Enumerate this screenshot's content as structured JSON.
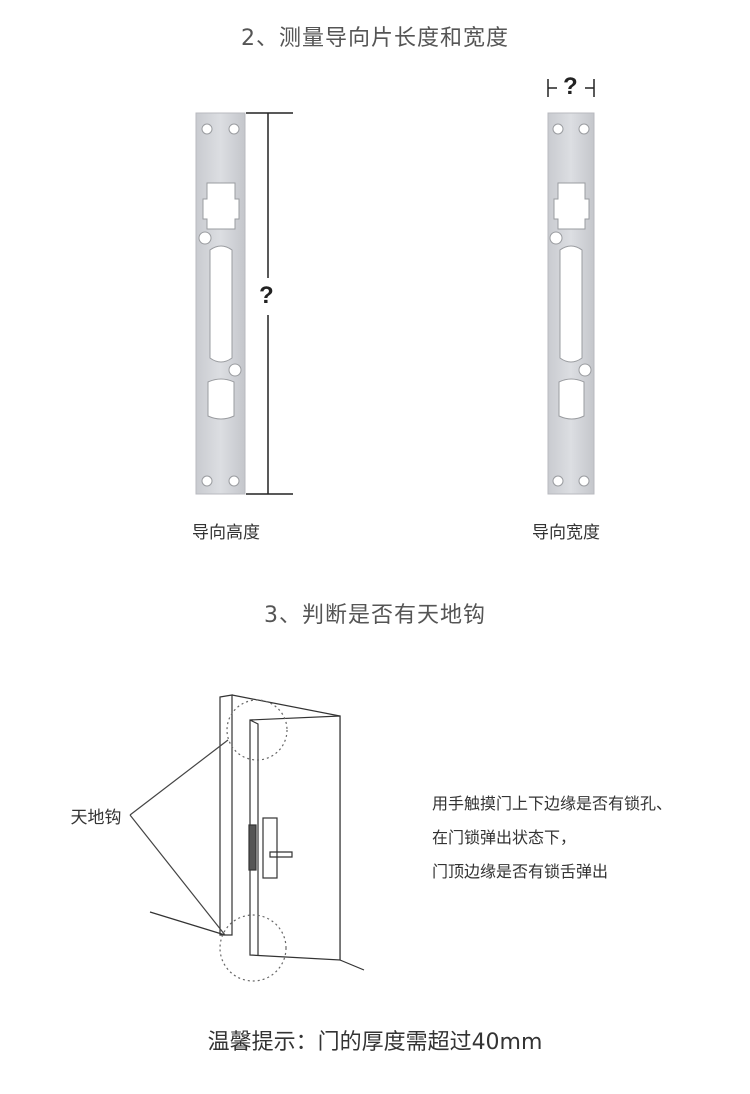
{
  "section2": {
    "title": "2、测量导向片长度和宽度",
    "question_mark": "?",
    "height_label": "导向高度",
    "width_label": "导向宽度"
  },
  "section3": {
    "title": "3、判断是否有天地钩",
    "callout_label": "天地钩",
    "instructions": [
      "用手触摸门上下边缘是否有锁孔、",
      "在门锁弹出状态下，",
      "门顶边缘是否有锁舌弹出"
    ],
    "tip": "温馨提示：门的厚度需超过40mm"
  }
}
